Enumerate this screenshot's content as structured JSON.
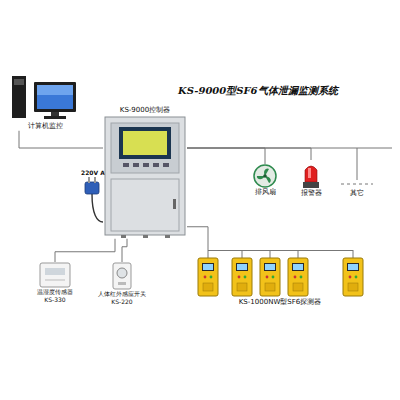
{
  "diagram": {
    "title": "KS-9000型SF6气体泄漏监测系统",
    "nodes": [
      {
        "text": [
          "计算机监控"
        ]
      },
      {
        "text": [
          "KS-9000控制器"
        ]
      },
      {
        "text": [
          "排风扇"
        ]
      },
      {
        "text": [
          "报警器"
        ]
      },
      {
        "text": [
          "其它"
        ]
      },
      {
        "text": [
          "温湿度传感器",
          "KS-330"
        ]
      },
      {
        "text": [
          "人体红外感应开关",
          "KS-220"
        ]
      },
      {
        "text": [
          "KS-1000NW型SF6探测器"
        ]
      }
    ],
    "edges": [
      {
        "from": 1,
        "to": 0,
        "arrow": "none"
      },
      {
        "from": 1,
        "to": 2,
        "arrow": "none"
      },
      {
        "from": 1,
        "to": 3,
        "arrow": "none"
      },
      {
        "from": 1,
        "to": 4,
        "arrow": "none"
      },
      {
        "from": 1,
        "to": 5,
        "arrow": "none"
      },
      {
        "from": 1,
        "to": 6,
        "arrow": "none"
      },
      {
        "from": 1,
        "to": 7,
        "arrow": "none"
      }
    ],
    "labels": [
      "220V AC"
    ]
  }
}
